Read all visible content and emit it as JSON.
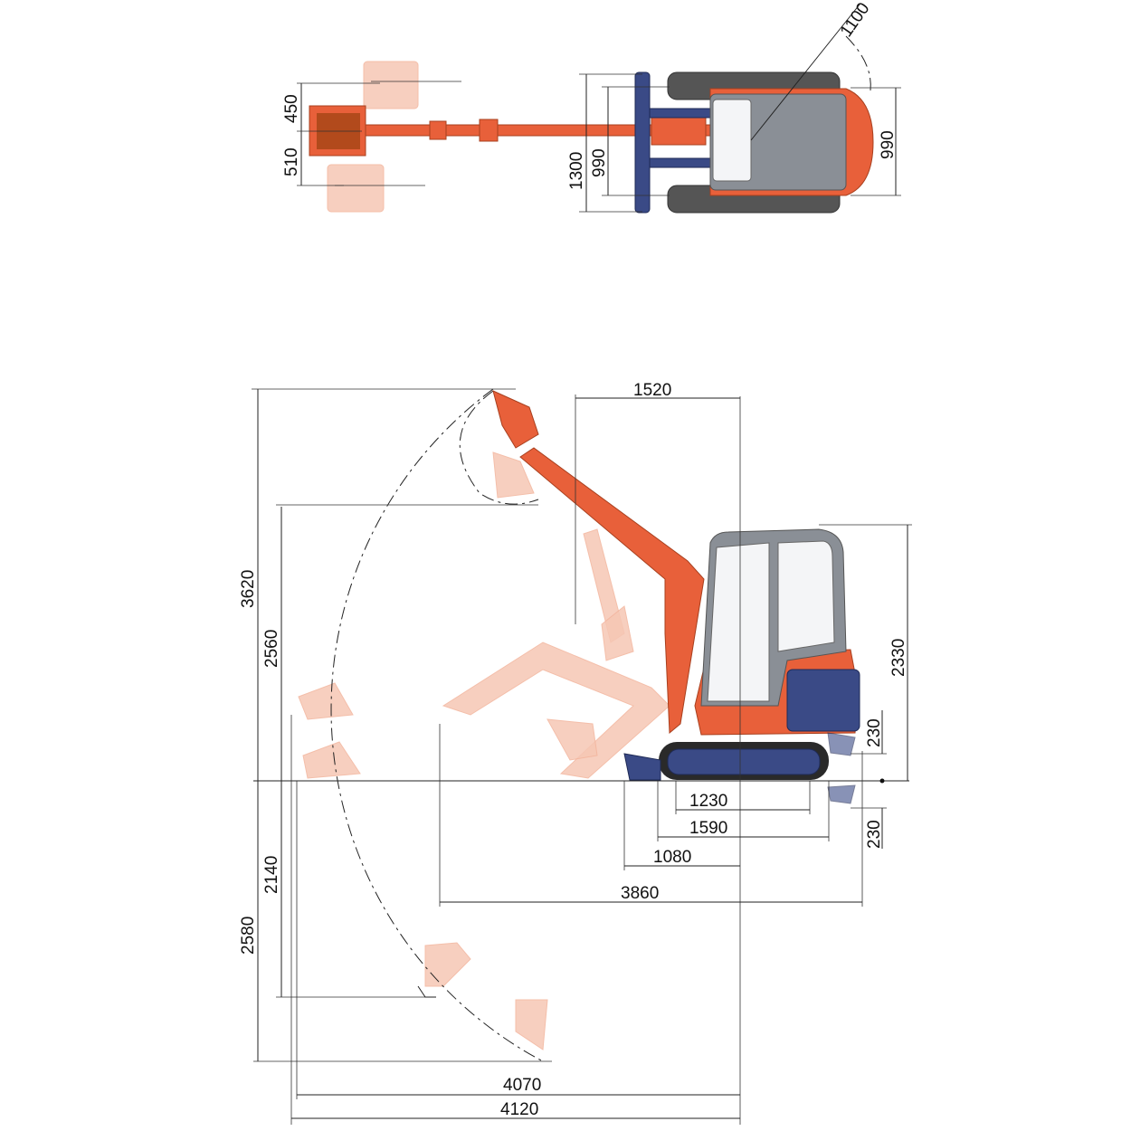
{
  "top_view": {
    "dimensions": {
      "swing_radius": "1100",
      "bucket_offset_left": "450",
      "bucket_offset_right": "510",
      "blade_width": "1300",
      "track_width": "990",
      "body_width": "990"
    }
  },
  "side_view": {
    "dimensions": {
      "boom_offset": "1520",
      "max_height": "3620",
      "dump_height": "2560",
      "cab_height": "2330",
      "blade_lift": "230",
      "blade_drop": "230",
      "track_contact_length": "1230",
      "track_length": "1590",
      "blade_to_center": "1080",
      "min_swing_radius": "3860",
      "vertical_dig_depth": "2140",
      "max_dig_depth": "2580",
      "ground_reach": "4070",
      "max_reach": "4120"
    }
  },
  "colors": {
    "body": "#e8603a",
    "undercarriage": "#3a4a86",
    "ghost": "#f6c7b4"
  }
}
